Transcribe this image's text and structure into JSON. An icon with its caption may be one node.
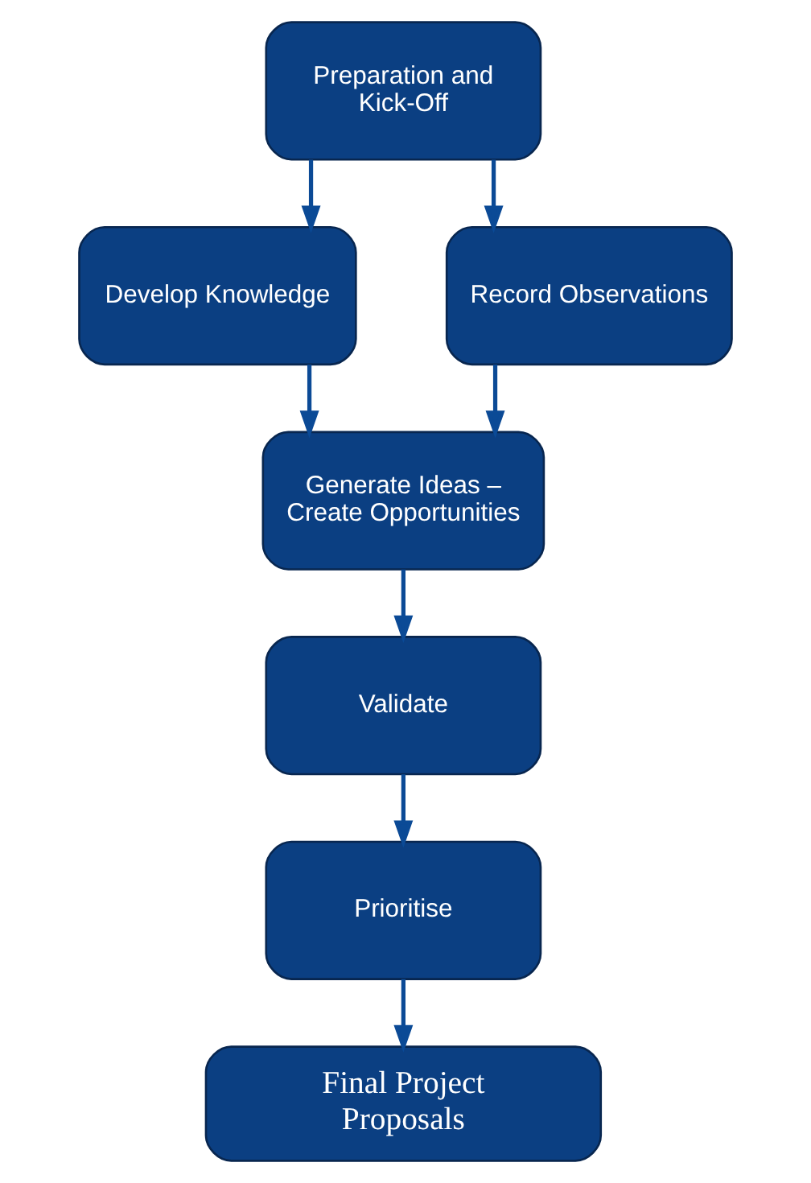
{
  "diagram": {
    "nodes": [
      {
        "text": [
          "Preparation and Kick-Off"
        ]
      },
      {
        "text": [
          "Develop Knowledge"
        ]
      },
      {
        "text": [
          "Record Observations"
        ]
      },
      {
        "text": [
          "Generate Ideas – Create Opportunities"
        ]
      },
      {
        "text": [
          "Validate"
        ]
      },
      {
        "text": [
          "Prioritise"
        ]
      },
      {
        "text": [
          "Final Project Proposals"
        ]
      }
    ],
    "edges": [
      {
        "from": 0,
        "to": 1,
        "arrow": "to"
      },
      {
        "from": 0,
        "to": 2,
        "arrow": "to"
      },
      {
        "from": 1,
        "to": 3,
        "arrow": "to"
      },
      {
        "from": 2,
        "to": 3,
        "arrow": "to"
      },
      {
        "from": 3,
        "to": 4,
        "arrow": "to"
      },
      {
        "from": 4,
        "to": 5,
        "arrow": "to"
      },
      {
        "from": 5,
        "to": 6,
        "arrow": "to"
      }
    ]
  }
}
